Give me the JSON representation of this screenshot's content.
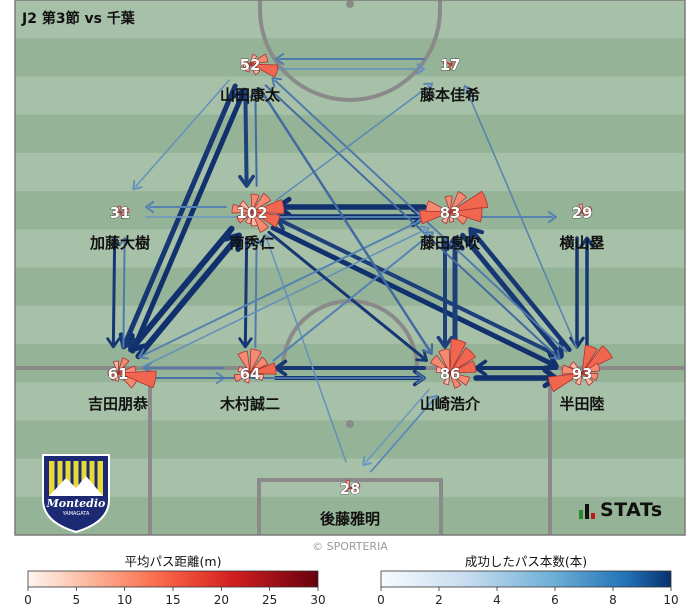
{
  "match_title": "J2 第3節 vs 千葉",
  "credit": "© SPORTERIA",
  "stats_logo": "STATs",
  "club_logo": {
    "name": "Montedio",
    "sub": "YAMAGATA"
  },
  "colors": {
    "pitch_dark": "#95b396",
    "pitch_light": "#a7c1a8",
    "line": "#8a8a8a",
    "pass_light": "#8fc3e8",
    "pass_dark": "#10306e",
    "petal": "#ee4a2c"
  },
  "players": [
    {
      "number": "52",
      "name": "山田康太"
    },
    {
      "number": "17",
      "name": "藤本佳希"
    },
    {
      "number": "31",
      "name": "加藤大樹"
    },
    {
      "number": "102",
      "name": "南秀仁"
    },
    {
      "number": "83",
      "name": "藤田息吹"
    },
    {
      "number": "29",
      "name": "横山塁"
    },
    {
      "number": "61",
      "name": "吉田朋恭"
    },
    {
      "number": "64",
      "name": "木村誠二"
    },
    {
      "number": "86",
      "name": "山崎浩介"
    },
    {
      "number": "93",
      "name": "半田陸"
    },
    {
      "number": "28",
      "name": "後藤雅明"
    }
  ],
  "legend_distance": {
    "title": "平均パス距離(m)",
    "ticks": [
      "0",
      "5",
      "10",
      "15",
      "20",
      "25",
      "30"
    ],
    "min": 0,
    "max": 30
  },
  "legend_count": {
    "title": "成功したパス本数(本)",
    "ticks": [
      "0",
      "2",
      "4",
      "6",
      "8",
      "10"
    ],
    "min": 0,
    "max": 10
  }
}
